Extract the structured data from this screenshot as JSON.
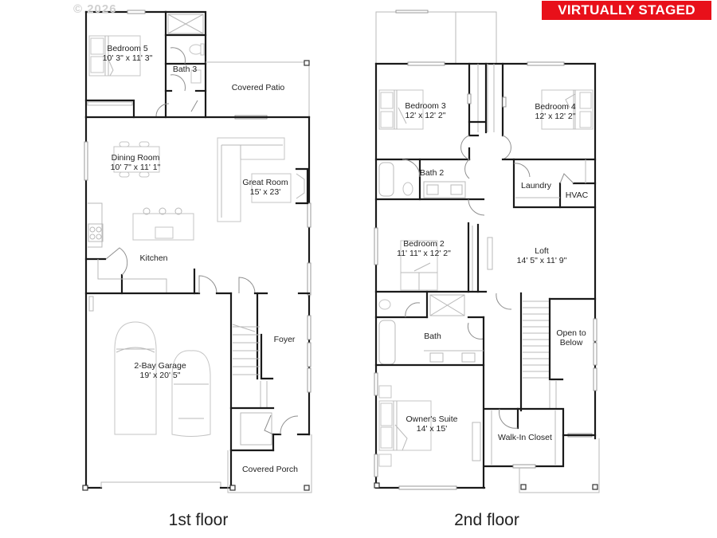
{
  "badge": {
    "text": "VIRTUALLY STAGED",
    "color": "#e8101a"
  },
  "copyright": "© 2026",
  "floors": [
    {
      "label": "1st floor",
      "rooms": [
        {
          "name": "Bedroom 5",
          "dims": "10' 3\" x 11' 3\""
        },
        {
          "name": "Bath 3",
          "dims": ""
        },
        {
          "name": "Covered Patio",
          "dims": ""
        },
        {
          "name": "Dining Room",
          "dims": "10' 7\" x 11' 1\""
        },
        {
          "name": "Great Room",
          "dims": "15' x 23'"
        },
        {
          "name": "Kitchen",
          "dims": ""
        },
        {
          "name": "2-Bay Garage",
          "dims": "19' x 20' 5\""
        },
        {
          "name": "Foyer",
          "dims": ""
        },
        {
          "name": "Covered Porch",
          "dims": ""
        }
      ]
    },
    {
      "label": "2nd floor",
      "rooms": [
        {
          "name": "Bedroom 3",
          "dims": "12' x 12' 2\""
        },
        {
          "name": "Bedroom 4",
          "dims": "12' x 12' 2\""
        },
        {
          "name": "Bath 2",
          "dims": ""
        },
        {
          "name": "Laundry",
          "dims": ""
        },
        {
          "name": "HVAC",
          "dims": ""
        },
        {
          "name": "Bedroom 2",
          "dims": "11' 11\" x 12' 2\""
        },
        {
          "name": "Loft",
          "dims": "14' 5\" x 11' 9\""
        },
        {
          "name": "Bath",
          "dims": ""
        },
        {
          "name": "Open to",
          "dims": "Below"
        },
        {
          "name": "Owner's Suite",
          "dims": "14' x 15'"
        },
        {
          "name": "Walk-In Closet",
          "dims": ""
        }
      ]
    }
  ]
}
